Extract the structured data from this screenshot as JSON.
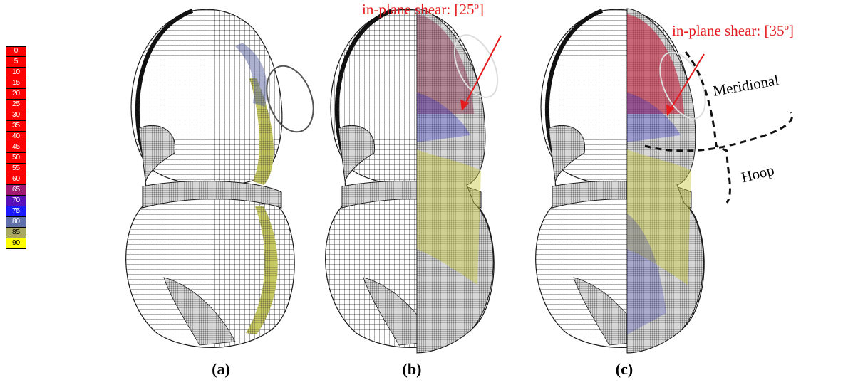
{
  "legend": {
    "entries": [
      {
        "label": "0",
        "color": "#ff0000"
      },
      {
        "label": "5",
        "color": "#ff0000"
      },
      {
        "label": "10",
        "color": "#ff0000"
      },
      {
        "label": "15",
        "color": "#ff0000"
      },
      {
        "label": "20",
        "color": "#ff0000"
      },
      {
        "label": "25",
        "color": "#ff0000"
      },
      {
        "label": "30",
        "color": "#ff0000"
      },
      {
        "label": "35",
        "color": "#ff0000"
      },
      {
        "label": "40",
        "color": "#ff0000"
      },
      {
        "label": "45",
        "color": "#ff0000"
      },
      {
        "label": "50",
        "color": "#ff0000"
      },
      {
        "label": "55",
        "color": "#ff0000"
      },
      {
        "label": "60",
        "color": "#ff0000"
      },
      {
        "label": "65",
        "color": "#a01870"
      },
      {
        "label": "70",
        "color": "#5a10b8"
      },
      {
        "label": "75",
        "color": "#1a1aff"
      },
      {
        "label": "80",
        "color": "#6070a8"
      },
      {
        "label": "85",
        "color": "#a8a860"
      },
      {
        "label": "90",
        "color": "#ffff00"
      }
    ]
  },
  "annotations": {
    "shear_b": {
      "text": "in-plane shear: [25",
      "sup": "o",
      "close": "]"
    },
    "shear_c": {
      "text": "in-plane shear: [35",
      "sup": "o",
      "close": "]"
    },
    "meridional": "Meridional",
    "hoop": "Hoop"
  },
  "captions": {
    "a": "(a)",
    "b": "(b)",
    "c": "(c)"
  },
  "colors": {
    "annotation_red": "#e41a1c",
    "mesh_line": "#1a1a1a",
    "ellipse": "#555555"
  }
}
